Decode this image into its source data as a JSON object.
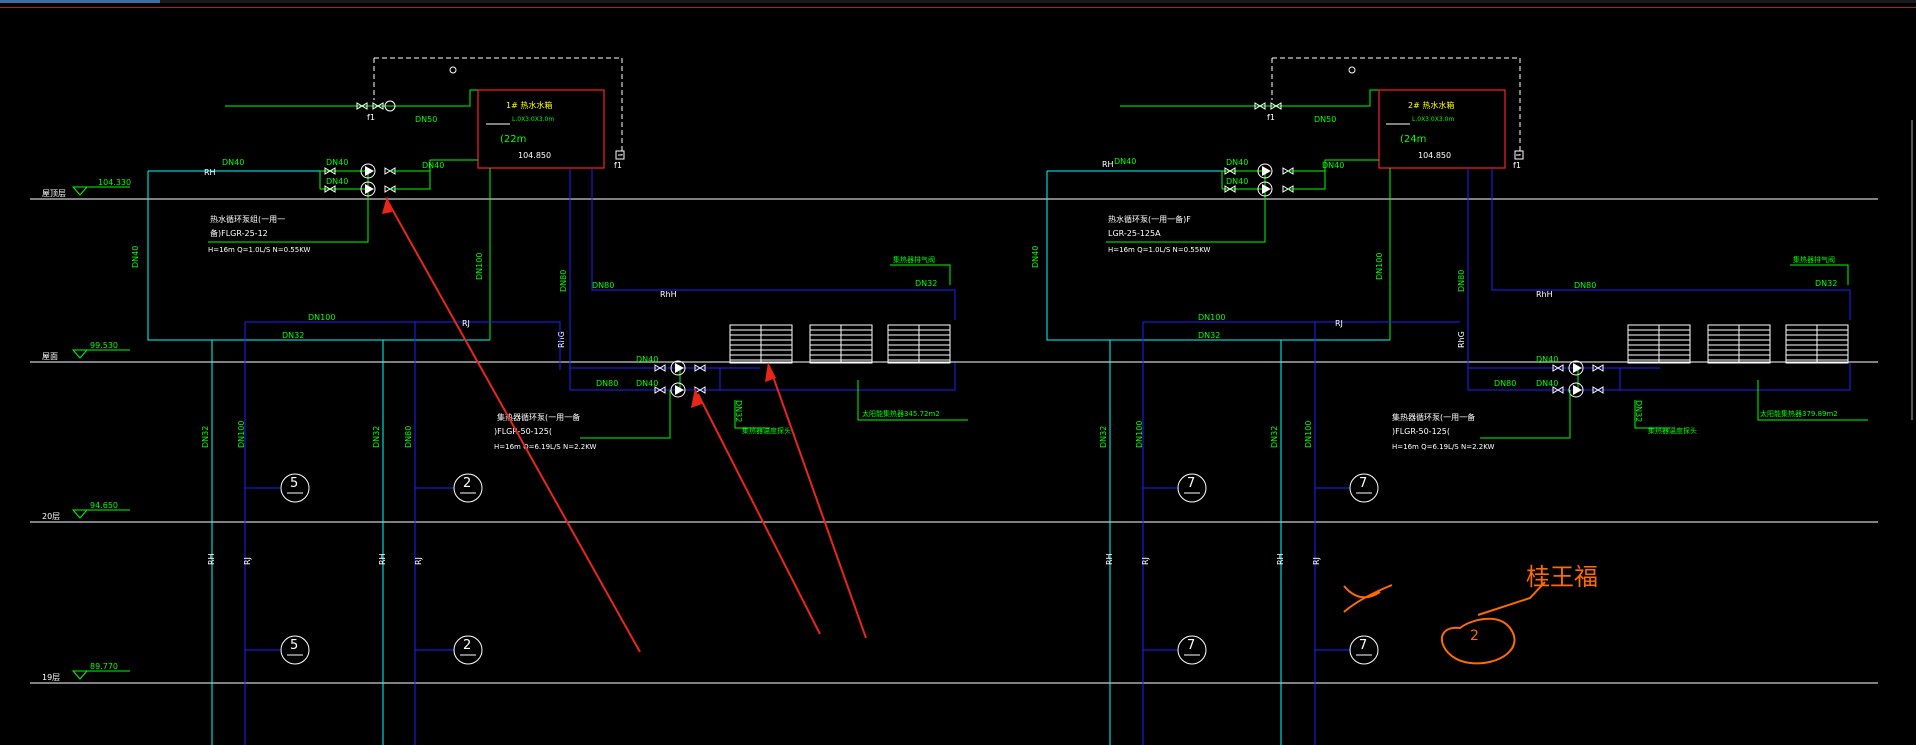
{
  "levels": [
    {
      "value": "104.330",
      "name": "屋顶层"
    },
    {
      "value": "99.530",
      "name": "屋面"
    },
    {
      "value": "94.650",
      "name": "20层"
    },
    {
      "value": "89.770",
      "name": "19层"
    }
  ],
  "left": {
    "tank_title": "1# 热水水箱",
    "tank_size": "L.0X3.0X3.0m",
    "tank_volume": "(22m",
    "tank_elev": "104.850",
    "f1": "f1",
    "pump_label_1": "热水循环泵组(一用一",
    "pump_label_2": "备)FLGR-25-12",
    "pump_spec": "H=16m Q=1.0L/S N=0.55KW",
    "solar_pump_1": "集热器循环泵(一用一备",
    "solar_pump_2": ")FLGR-50-125(",
    "solar_pump_spec": "H=16m Q=6.19L/S N=2.2KW",
    "collector_label": "太阳能集热器345.72m2",
    "vent_label": "集热器排气阀",
    "temp_label": "集热器温度探头",
    "riser_tags": [
      "5",
      "2",
      "5",
      "2"
    ]
  },
  "right": {
    "tank_title": "2# 热水水箱",
    "tank_size": "L.0X3.0X3.0m",
    "tank_volume": "(24m",
    "tank_elev": "104.850",
    "f1": "f1",
    "pump_label_1": "热水循环泵(一用一备)F",
    "pump_label_2": "LGR-25-125A",
    "pump_spec": "H=16m Q=1.0L/S N=0.55KW",
    "solar_pump_1": "集热器循环泵(一用一备",
    "solar_pump_2": ")FLGR-50-125(",
    "solar_pump_spec": "H=16m Q=6.19L/S N=2.2KW",
    "collector_label": "太阳能集热器379.89m2",
    "vent_label": "集热器排气阀",
    "temp_label": "集热器温度探头",
    "riser_tags": [
      "7",
      "7",
      "7",
      "7"
    ]
  },
  "pipe_labels": {
    "dn50": "DN50",
    "dn40": "DN40",
    "dn80": "DN80",
    "dn100": "DN100",
    "dn32": "DN32",
    "rh": "RH",
    "rj": "RJ",
    "rhg": "RhG",
    "rhh": "RhH"
  },
  "annotation": {
    "text": "桂王福",
    "tag": "2",
    "cross": "X"
  },
  "colors": {
    "green": "#00ff00",
    "cyan": "#00ffff",
    "blue": "#2020ff",
    "red": "#ff2020",
    "white": "#ffffff",
    "yellow": "#ffff00",
    "orange": "#ff6a00",
    "arrow": "#e8271a"
  }
}
